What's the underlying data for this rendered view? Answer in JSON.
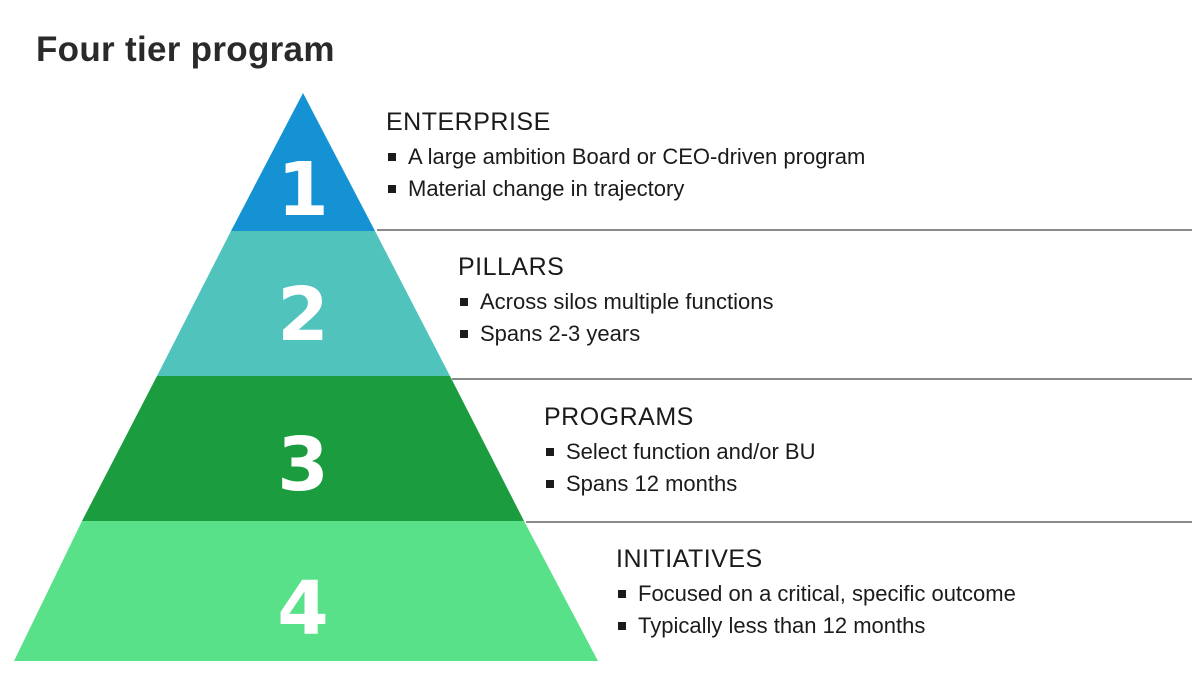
{
  "title": "Four tier program",
  "colors": {
    "tier1": "#1592d3",
    "tier2": "#4fc3bc",
    "tier3": "#1b9c3e",
    "tier4": "#58e189",
    "divider": "#8a8a8a"
  },
  "tiers": [
    {
      "number": "1",
      "heading": "ENTERPRISE",
      "bullets": [
        "A large ambition Board or CEO-driven program",
        "Material change in trajectory"
      ]
    },
    {
      "number": "2",
      "heading": "PILLARS",
      "bullets": [
        "Across silos multiple functions",
        "Spans 2-3 years"
      ]
    },
    {
      "number": "3",
      "heading": "PROGRAMS",
      "bullets": [
        "Select function and/or BU",
        "Spans 12 months"
      ]
    },
    {
      "number": "4",
      "heading": "INITIATIVES",
      "bullets": [
        "Focused on a critical, specific outcome",
        "Typically less than 12 months"
      ]
    }
  ]
}
